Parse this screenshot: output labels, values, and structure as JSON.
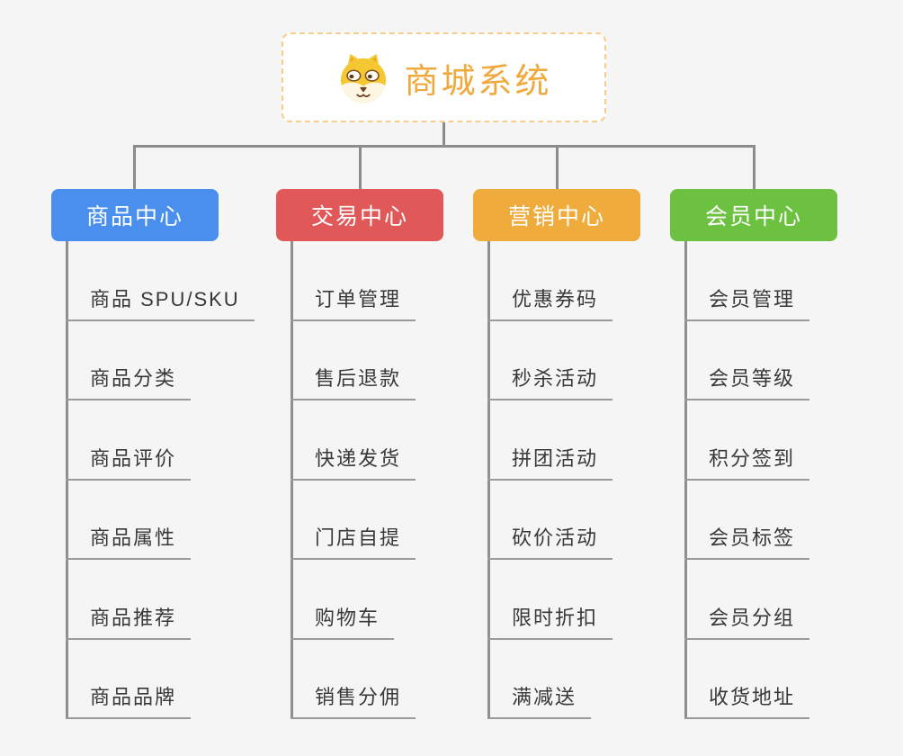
{
  "root": {
    "title": "商城系统",
    "title_color": "#F0A93C",
    "border_color": "#F6CD8B",
    "background": "#FFFFFF",
    "icon": "dog-mascot-icon"
  },
  "connector_color": "#8C8C8C",
  "underline_color": "#9A9A9A",
  "canvas_background": "#F5F5F6",
  "branches": [
    {
      "id": "product-center",
      "label": "商品中心",
      "color": "#4A8FED",
      "items": [
        "商品 SPU/SKU",
        "商品分类",
        "商品评价",
        "商品属性",
        "商品推荐",
        "商品品牌"
      ]
    },
    {
      "id": "trade-center",
      "label": "交易中心",
      "color": "#E15858",
      "items": [
        "订单管理",
        "售后退款",
        "快递发货",
        "门店自提",
        "购物车",
        "销售分佣"
      ]
    },
    {
      "id": "marketing-center",
      "label": "营销中心",
      "color": "#EFAC3D",
      "items": [
        "优惠券码",
        "秒杀活动",
        "拼团活动",
        "砍价活动",
        "限时折扣",
        "满减送"
      ]
    },
    {
      "id": "member-center",
      "label": "会员中心",
      "color": "#6CC140",
      "items": [
        "会员管理",
        "会员等级",
        "积分签到",
        "会员标签",
        "会员分组",
        "收货地址"
      ]
    }
  ]
}
